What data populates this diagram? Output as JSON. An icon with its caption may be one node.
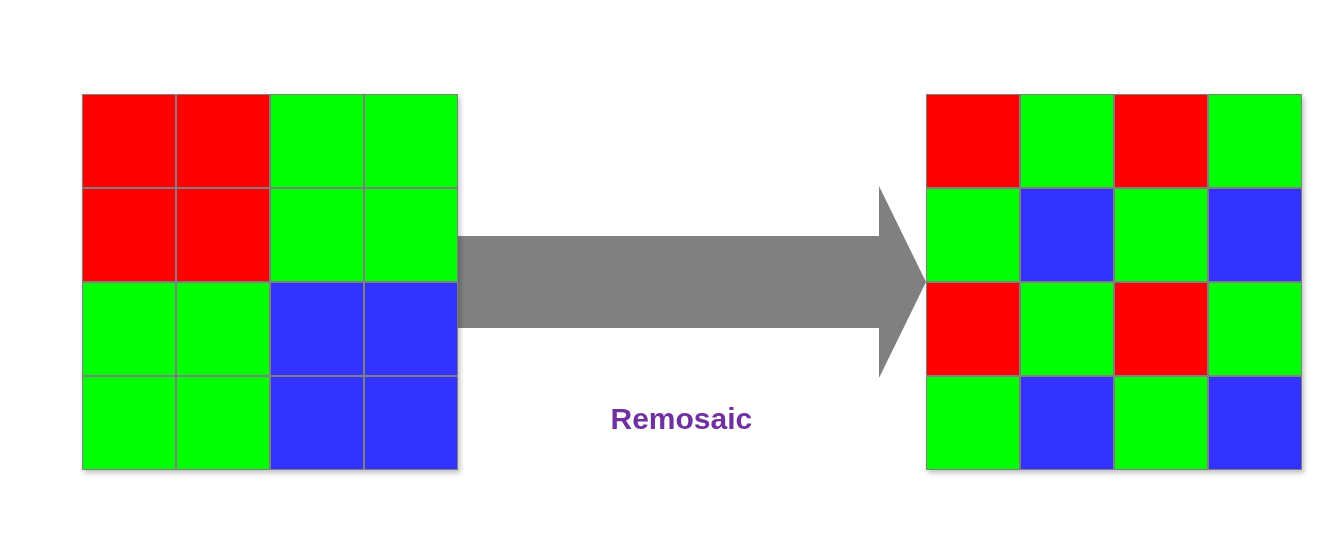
{
  "diagram": {
    "nodes": [
      {
        "text": [],
        "shape": "picture"
      },
      {
        "text": [],
        "shape": "picture"
      }
    ],
    "edges": [
      {
        "from": 0,
        "to": 1,
        "arrow": "to",
        "label": "Remosaic"
      }
    ]
  }
}
